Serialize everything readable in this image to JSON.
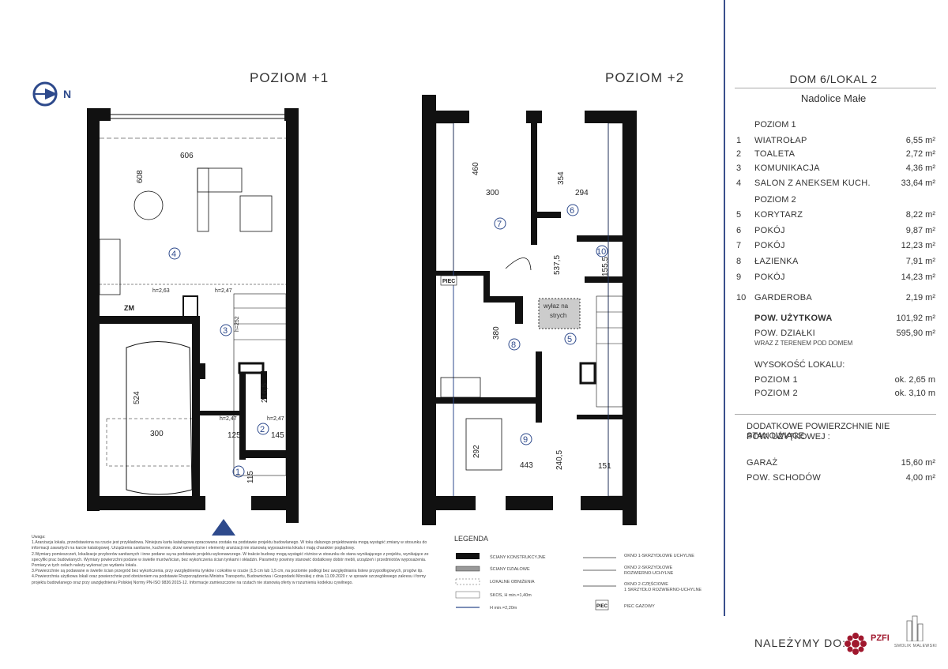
{
  "plan": {
    "north_label": "N",
    "level1_title": "POZIOM +1",
    "level2_title": "POZIOM +2",
    "l1_dims": {
      "d606": "606",
      "d608": "608",
      "d524": "524",
      "d300": "300",
      "d125": "125",
      "d145": "145",
      "d115": "115",
      "d2165": "216,5",
      "d252": "h=252",
      "h263": "h=2,63",
      "h247a": "h=2,47",
      "h247b": "h=2,47",
      "h247c": "h=2,47",
      "zm": "ZM"
    },
    "l2_dims": {
      "d460": "460",
      "d300": "300",
      "d354": "354",
      "d294": "294",
      "d5375": "537,5",
      "d1555": "155,5",
      "d380": "380",
      "d292": "292",
      "d443": "443",
      "d2405": "240,5",
      "d151": "151",
      "piec": "PIEC",
      "wylaz1": "wyłaz na",
      "wylaz2": "strych"
    },
    "room_nums": {
      "r1": "1",
      "r2": "2",
      "r3": "3",
      "r4": "4",
      "r5": "5",
      "r6": "6",
      "r7": "7",
      "r8": "8",
      "r9": "9",
      "r10": "10"
    }
  },
  "info": {
    "title": "DOM 6/LOKAL 2",
    "subtitle": "Nadolice Małe",
    "level1_heading": "POZIOM 1",
    "level2_heading": "POZIOM 2",
    "rooms": [
      {
        "n": "1",
        "name": "WIATROŁAP",
        "area": "6,55 m²"
      },
      {
        "n": "2",
        "name": "TOALETA",
        "area": "2,72 m²"
      },
      {
        "n": "3",
        "name": "KOMUNIKACJA",
        "area": "4,36 m²"
      },
      {
        "n": "4",
        "name": "SALON Z ANEKSEM KUCH.",
        "area": "33,64 m²"
      },
      {
        "n": "5",
        "name": "KORYTARZ",
        "area": "8,22 m²"
      },
      {
        "n": "6",
        "name": "POKÓJ",
        "area": "9,87 m²"
      },
      {
        "n": "7",
        "name": "POKÓJ",
        "area": "12,23 m²"
      },
      {
        "n": "8",
        "name": "ŁAZIENKA",
        "area": "7,91 m²"
      },
      {
        "n": "9",
        "name": "POKÓJ",
        "area": "14,23 m²"
      },
      {
        "n": "10",
        "name": "GARDEROBA",
        "area": "2,19 m²"
      }
    ],
    "usable_label": "POW. UŻYTKOWA",
    "usable_value": "101,92 m²",
    "plot_label": "POW. DZIAŁKI",
    "plot_sub": "WRAZ Z TERENEM POD DOMEM",
    "plot_value": "595,90 m²",
    "height_heading": "WYSOKOŚĆ LOKALU:",
    "height1_label": "POZIOM 1",
    "height1_value": "ok. 2,65 m",
    "height2_label": "POZIOM 2",
    "height2_value": "ok. 3,10 m",
    "extra_heading1": "DODATKOWE POWIERZCHNIE NIE STANOWIĄCE",
    "extra_heading2": "POW. UŻYTKOWEJ :",
    "garage_label": "GARAŻ",
    "garage_value": "15,60 m²",
    "stairs_label": "POW. SCHODÓW",
    "stairs_value": "4,00 m²"
  },
  "footer": {
    "belong_label": "NALEŻYMY DO:",
    "brand1": "PZFI",
    "brand2": "SMOLIK MALEWSKI",
    "notes_title": "Uwaga:",
    "notes": [
      "1.Aranżacja lokalu, przedstawiona na rzucie jest przykładowa. Niniejsza karta katalogowa opracowana została na podstawie projektu budowlanego. W toku dalszego projektowania mogą wystąpić zmiany w stosunku do informacji zawartych na karcie katalogowej. Urządzenia sanitarne, kuchenne, drzwi wewnętrzne i elementy aranżacji nie stanowią wyposażenia lokalu i mają charakter poglądowy.",
      "2.Wymiary pomieszczeń, lokalizacje przyborów sanitarnych i inne podane są na podstawie projektu wykonawczego. W trakcie budowy mogą wystąpić różnice w stosunku do stanu wynikającego z projektu, wynikające ze specyfiki prac budowlanych. Wymiary powierzchni podane w świetle murów/ścian, bez wykończenia ścian tynkami i okładzin. Parametry powinny stanowić dodatkowy dobór mebli, urządzeń i przedmiotów wyposażenia. Pomiary w tych celach należy wykonać po wydaniu lokalu.",
      "3.Powierzchnie są podawane w świetle ścian przegród bez wykończenia, przy uwzględnieniu tynków i cokołów w rzucie (1,5 cm lub 1,5 cm, na poziomie podłogi bez uwzględniania listew przypodłogowych, progów itp.",
      "4.Powierzchnia użytkowa lokali oraz powierzchnie pod obniżeniem na podstawie Rozporządzenia Ministra Transportu, Budownictwa i Gospodarki Morskiej z dnia 11.09.2020 r. w sprawie szczegółowego zakresu i formy projektu budowlanego oraz przy uwzględnieniu Polskiej Normy PN-ISO 9836:2015-12. Informacje zamieszczone na rzutach nie stanowią oferty w rozumieniu kodeksu cywilnego."
    ]
  },
  "legend": {
    "title": "LEGENDA",
    "items": [
      "ŚCIANY KONSTRUKCYJNE",
      "ŚCIANY DZIAŁOWE",
      "LOKALNE OBNIŻENIA",
      "SKOS, H min.=1,40m",
      "H min.=2,20m",
      "OKNO 1-SKRZYDŁOWE UCHYLNE",
      "OKNO 2-SKRZYDŁOWE",
      "ROZWIERNO-UCHYLNE",
      "OKNO 2-CZĘŚCIOWE",
      "1 SKRZYDŁO ROZWIERNO-UCHYLNE",
      "PIEC GAZOWY",
      "PIEC"
    ]
  },
  "colors": {
    "accent": "#3a4f8c",
    "wall": "#111111"
  }
}
